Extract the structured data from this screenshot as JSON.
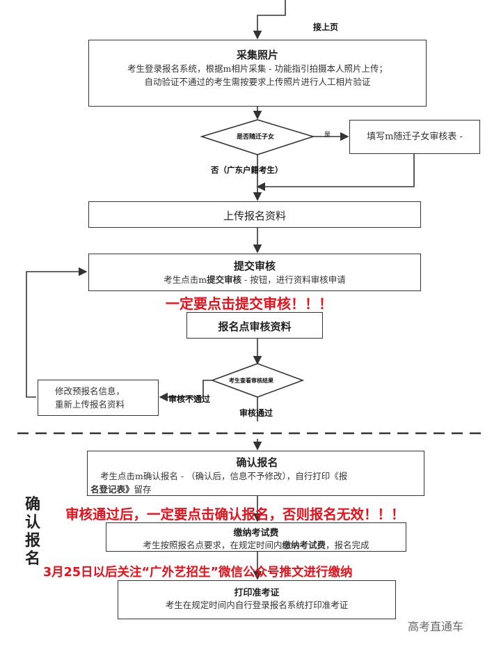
{
  "continue_label": "接上页",
  "collect_photo": {
    "title": "采集照片",
    "line1": "考生登录报名系统，根据m相片采集 - 功能指引拍摄本人照片上传；",
    "line2": "自动验证不通过的考生需按要求上传照片进行人工相片验证"
  },
  "decision_migrant": {
    "question": "是否随迁子女",
    "yes_label": "是",
    "no_label": "否（广东户籍考生）"
  },
  "fill_form": {
    "label": "填写m随迁子女审核表 -"
  },
  "upload_materials": {
    "title": "上传报名资料"
  },
  "submit_review": {
    "title": "提交审核",
    "body_prefix": "考生点击m",
    "body_bold": "提交审核",
    "body_suffix": " - 按钮，进行资料审核申请"
  },
  "red_note_1": "一定要点击提交审核！！！",
  "review_site": {
    "title": "报名点审核资料"
  },
  "decision_review": {
    "question": "考生查看审核结果",
    "fail_label": "审核不通过",
    "pass_label": "审核通过"
  },
  "modify_box": {
    "line1": "修改预报名信息，",
    "line2": "重新上传报名资料"
  },
  "side_label": "确认报名",
  "confirm": {
    "title": "确认报名",
    "line1": "考生点击m确认报名 - （确认后，信息不予修改），自行打印《报",
    "line2_bold": "名登记表》",
    "line2_rest": "留存"
  },
  "red_note_2": "审核通过后，一定要点击确认报名，否则报名无效！！！",
  "pay_fee": {
    "title": "缴纳考试费",
    "body_prefix": "考生按照报名点要求，在规定时间内",
    "body_bold": "缴纳考试费",
    "body_suffix": "，报名完成"
  },
  "red_note_3": "3月25日以后关注“广外艺招生”微信公众号推文进行缴纳",
  "print_ticket": {
    "title": "打印准考证",
    "body": "考生在规定时间内自行登录报名系统打印准考证"
  },
  "watermark": "高考直通车",
  "colors": {
    "red": "#e8101a",
    "line": "#333333"
  }
}
